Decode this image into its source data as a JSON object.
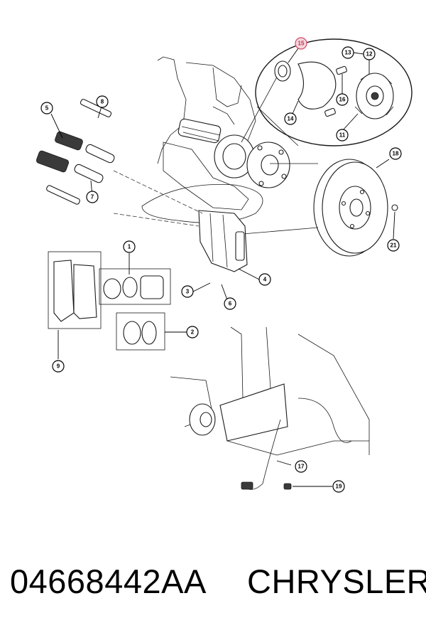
{
  "callouts": [
    {
      "id": "c1",
      "label": "1",
      "highlight": false
    },
    {
      "id": "c2",
      "label": "2",
      "highlight": false
    },
    {
      "id": "c3",
      "label": "3",
      "highlight": false
    },
    {
      "id": "c4",
      "label": "4",
      "highlight": false
    },
    {
      "id": "c5",
      "label": "5",
      "highlight": false
    },
    {
      "id": "c6",
      "label": "6",
      "highlight": false
    },
    {
      "id": "c7",
      "label": "7",
      "highlight": false
    },
    {
      "id": "c8",
      "label": "8",
      "highlight": false
    },
    {
      "id": "c9",
      "label": "9",
      "highlight": false
    },
    {
      "id": "c11",
      "label": "11",
      "highlight": false
    },
    {
      "id": "c12",
      "label": "12",
      "highlight": false
    },
    {
      "id": "c13",
      "label": "13",
      "highlight": false
    },
    {
      "id": "c14",
      "label": "14",
      "highlight": false
    },
    {
      "id": "c15",
      "label": "15",
      "highlight": true
    },
    {
      "id": "c16",
      "label": "16",
      "highlight": false
    },
    {
      "id": "c17",
      "label": "17",
      "highlight": false
    },
    {
      "id": "c18",
      "label": "18",
      "highlight": false
    },
    {
      "id": "c19",
      "label": "19",
      "highlight": false
    },
    {
      "id": "c21",
      "label": "21",
      "highlight": false
    }
  ],
  "caption": {
    "part_number": "04668442AA",
    "brand": "CHRYSLER"
  },
  "colors": {
    "highlight_fill": "#f5d6dc",
    "highlight_stroke": "#d04a68",
    "line": "#1a1a1a"
  }
}
